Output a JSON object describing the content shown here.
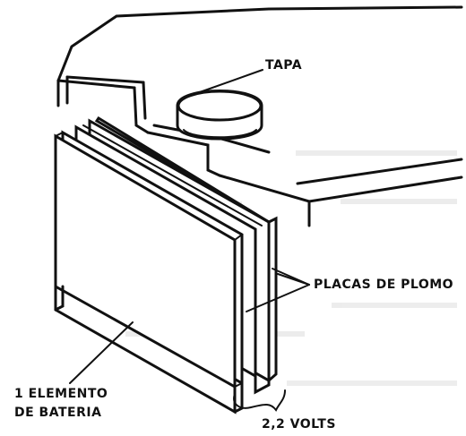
{
  "labels": {
    "tapa": "TAPA",
    "placas": "PLACAS DE PLOMO",
    "elemento_line1": "1 ELEMENTO",
    "elemento_line2": "DE BATERIA",
    "voltage": "2,2 VOLTS"
  },
  "colors": {
    "ink": "#111111",
    "paper": "#ffffff",
    "bleed_through": "#c9c9c9"
  }
}
